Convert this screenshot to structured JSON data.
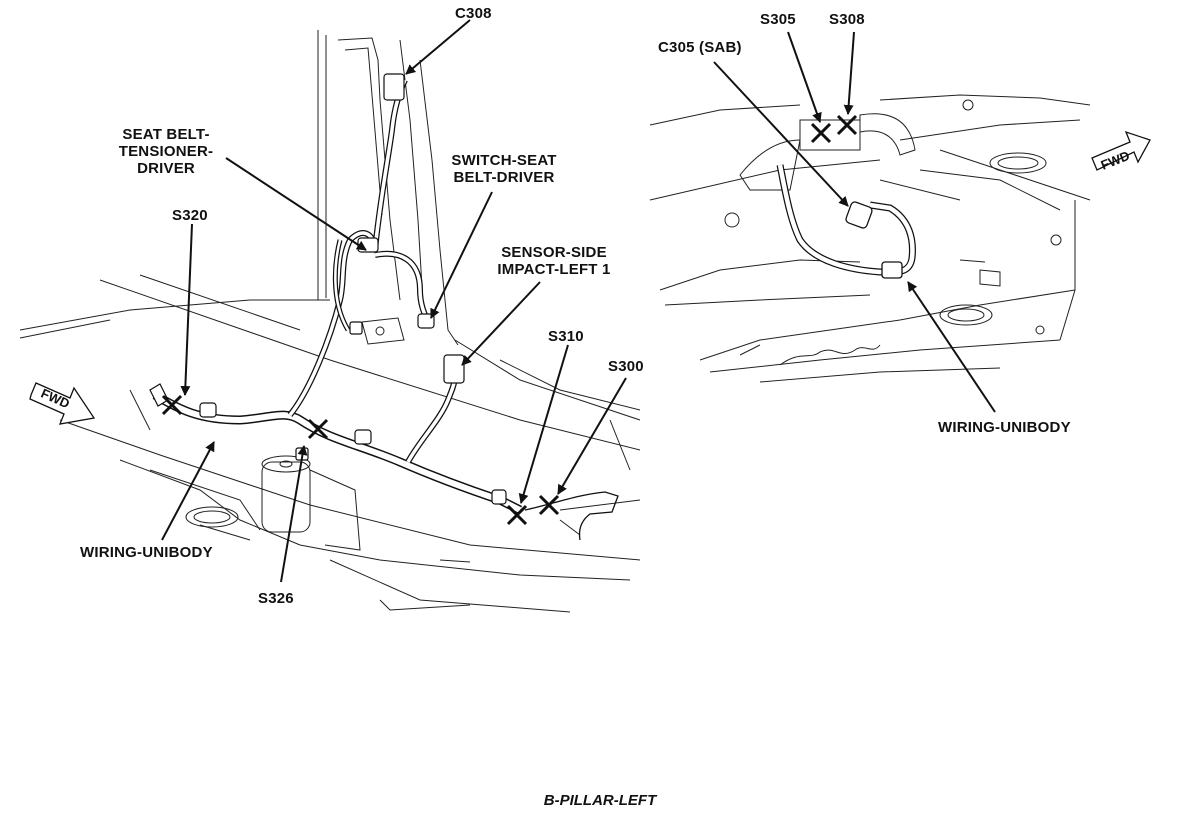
{
  "caption": "B-PILLAR-LEFT",
  "left_view": {
    "labels": {
      "c308": "C308",
      "seat_belt_tensioner": [
        "SEAT BELT-",
        "TENSIONER-",
        "DRIVER"
      ],
      "switch_seat_belt": [
        "SWITCH-SEAT",
        "BELT-DRIVER"
      ],
      "sensor_side_impact": [
        "SENSOR-SIDE",
        "IMPACT-LEFT 1"
      ],
      "s320": "S320",
      "s310": "S310",
      "s300": "S300",
      "wiring_unibody": "WIRING-UNIBODY",
      "s326": "S326"
    },
    "fwd_label": "FWD"
  },
  "right_view": {
    "labels": {
      "s305": "S305",
      "s308": "S308",
      "c305": "C305 (SAB)",
      "wiring_unibody": "WIRING-UNIBODY"
    },
    "fwd_label": "FWD"
  }
}
